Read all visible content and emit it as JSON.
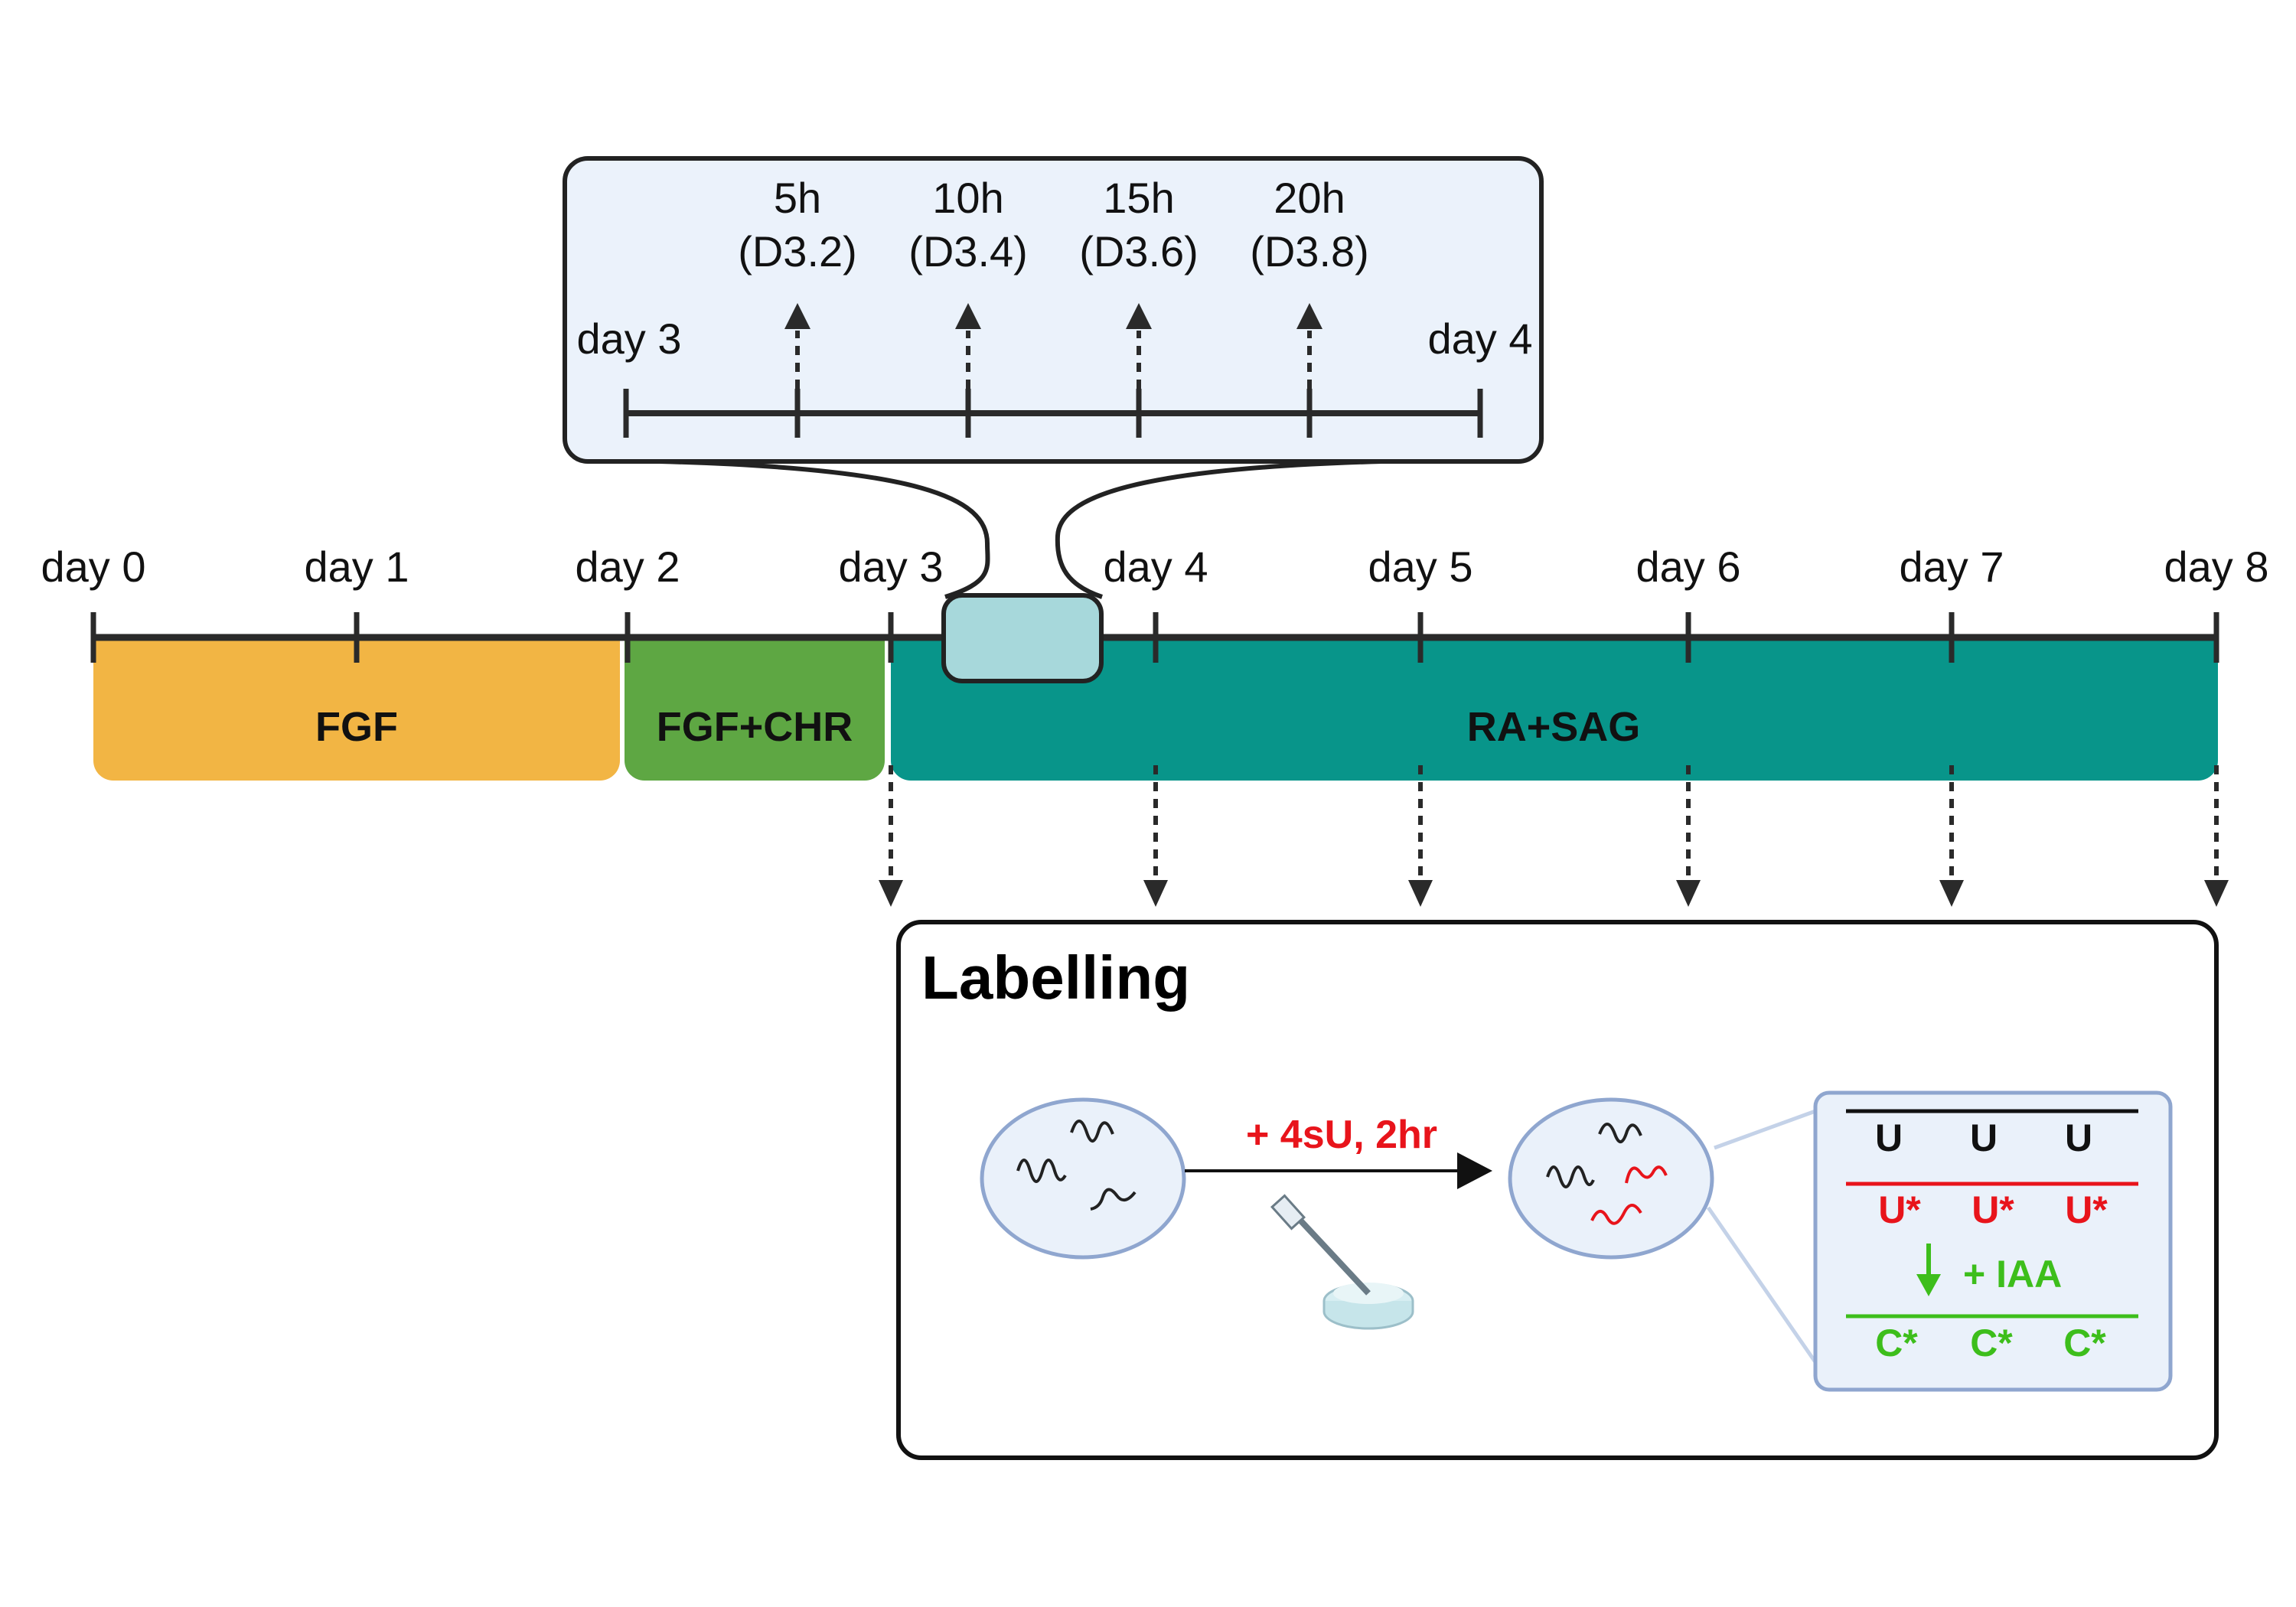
{
  "main_timeline": {
    "day_labels": [
      "day 0",
      "day 1",
      "day 2",
      "day 3",
      "day 4",
      "day 5",
      "day 6",
      "day 7",
      "day 8"
    ]
  },
  "phases": [
    {
      "label": "FGF",
      "color": "#F2B544"
    },
    {
      "label": "FGF+CHR",
      "color": "#5EA743"
    },
    {
      "label": "RA+SAG",
      "color": "#08958A"
    }
  ],
  "zoom_inset": {
    "start_label": "day 3",
    "end_label": "day 4",
    "timepoints": [
      {
        "hours": "5h",
        "day": "(D3.2)"
      },
      {
        "hours": "10h",
        "day": "(D3.4)"
      },
      {
        "hours": "15h",
        "day": "(D3.6)"
      },
      {
        "hours": "20h",
        "day": "(D3.8)"
      }
    ],
    "background": "#EBF2FB"
  },
  "labelling": {
    "title": "Labelling",
    "treatment": "+ 4sU, 2hr",
    "conversion": {
      "unlabelled": [
        "U",
        "U",
        "U"
      ],
      "labelled": [
        "U*",
        "U*",
        "U*"
      ],
      "reagent": "+ IAA",
      "converted": [
        "C*",
        "C*",
        "C*"
      ]
    },
    "colors": {
      "label": "#E8141B",
      "converted": "#3DBE1B",
      "cell": "#EAF1FA",
      "cell_border": "#8FA6CF"
    }
  }
}
